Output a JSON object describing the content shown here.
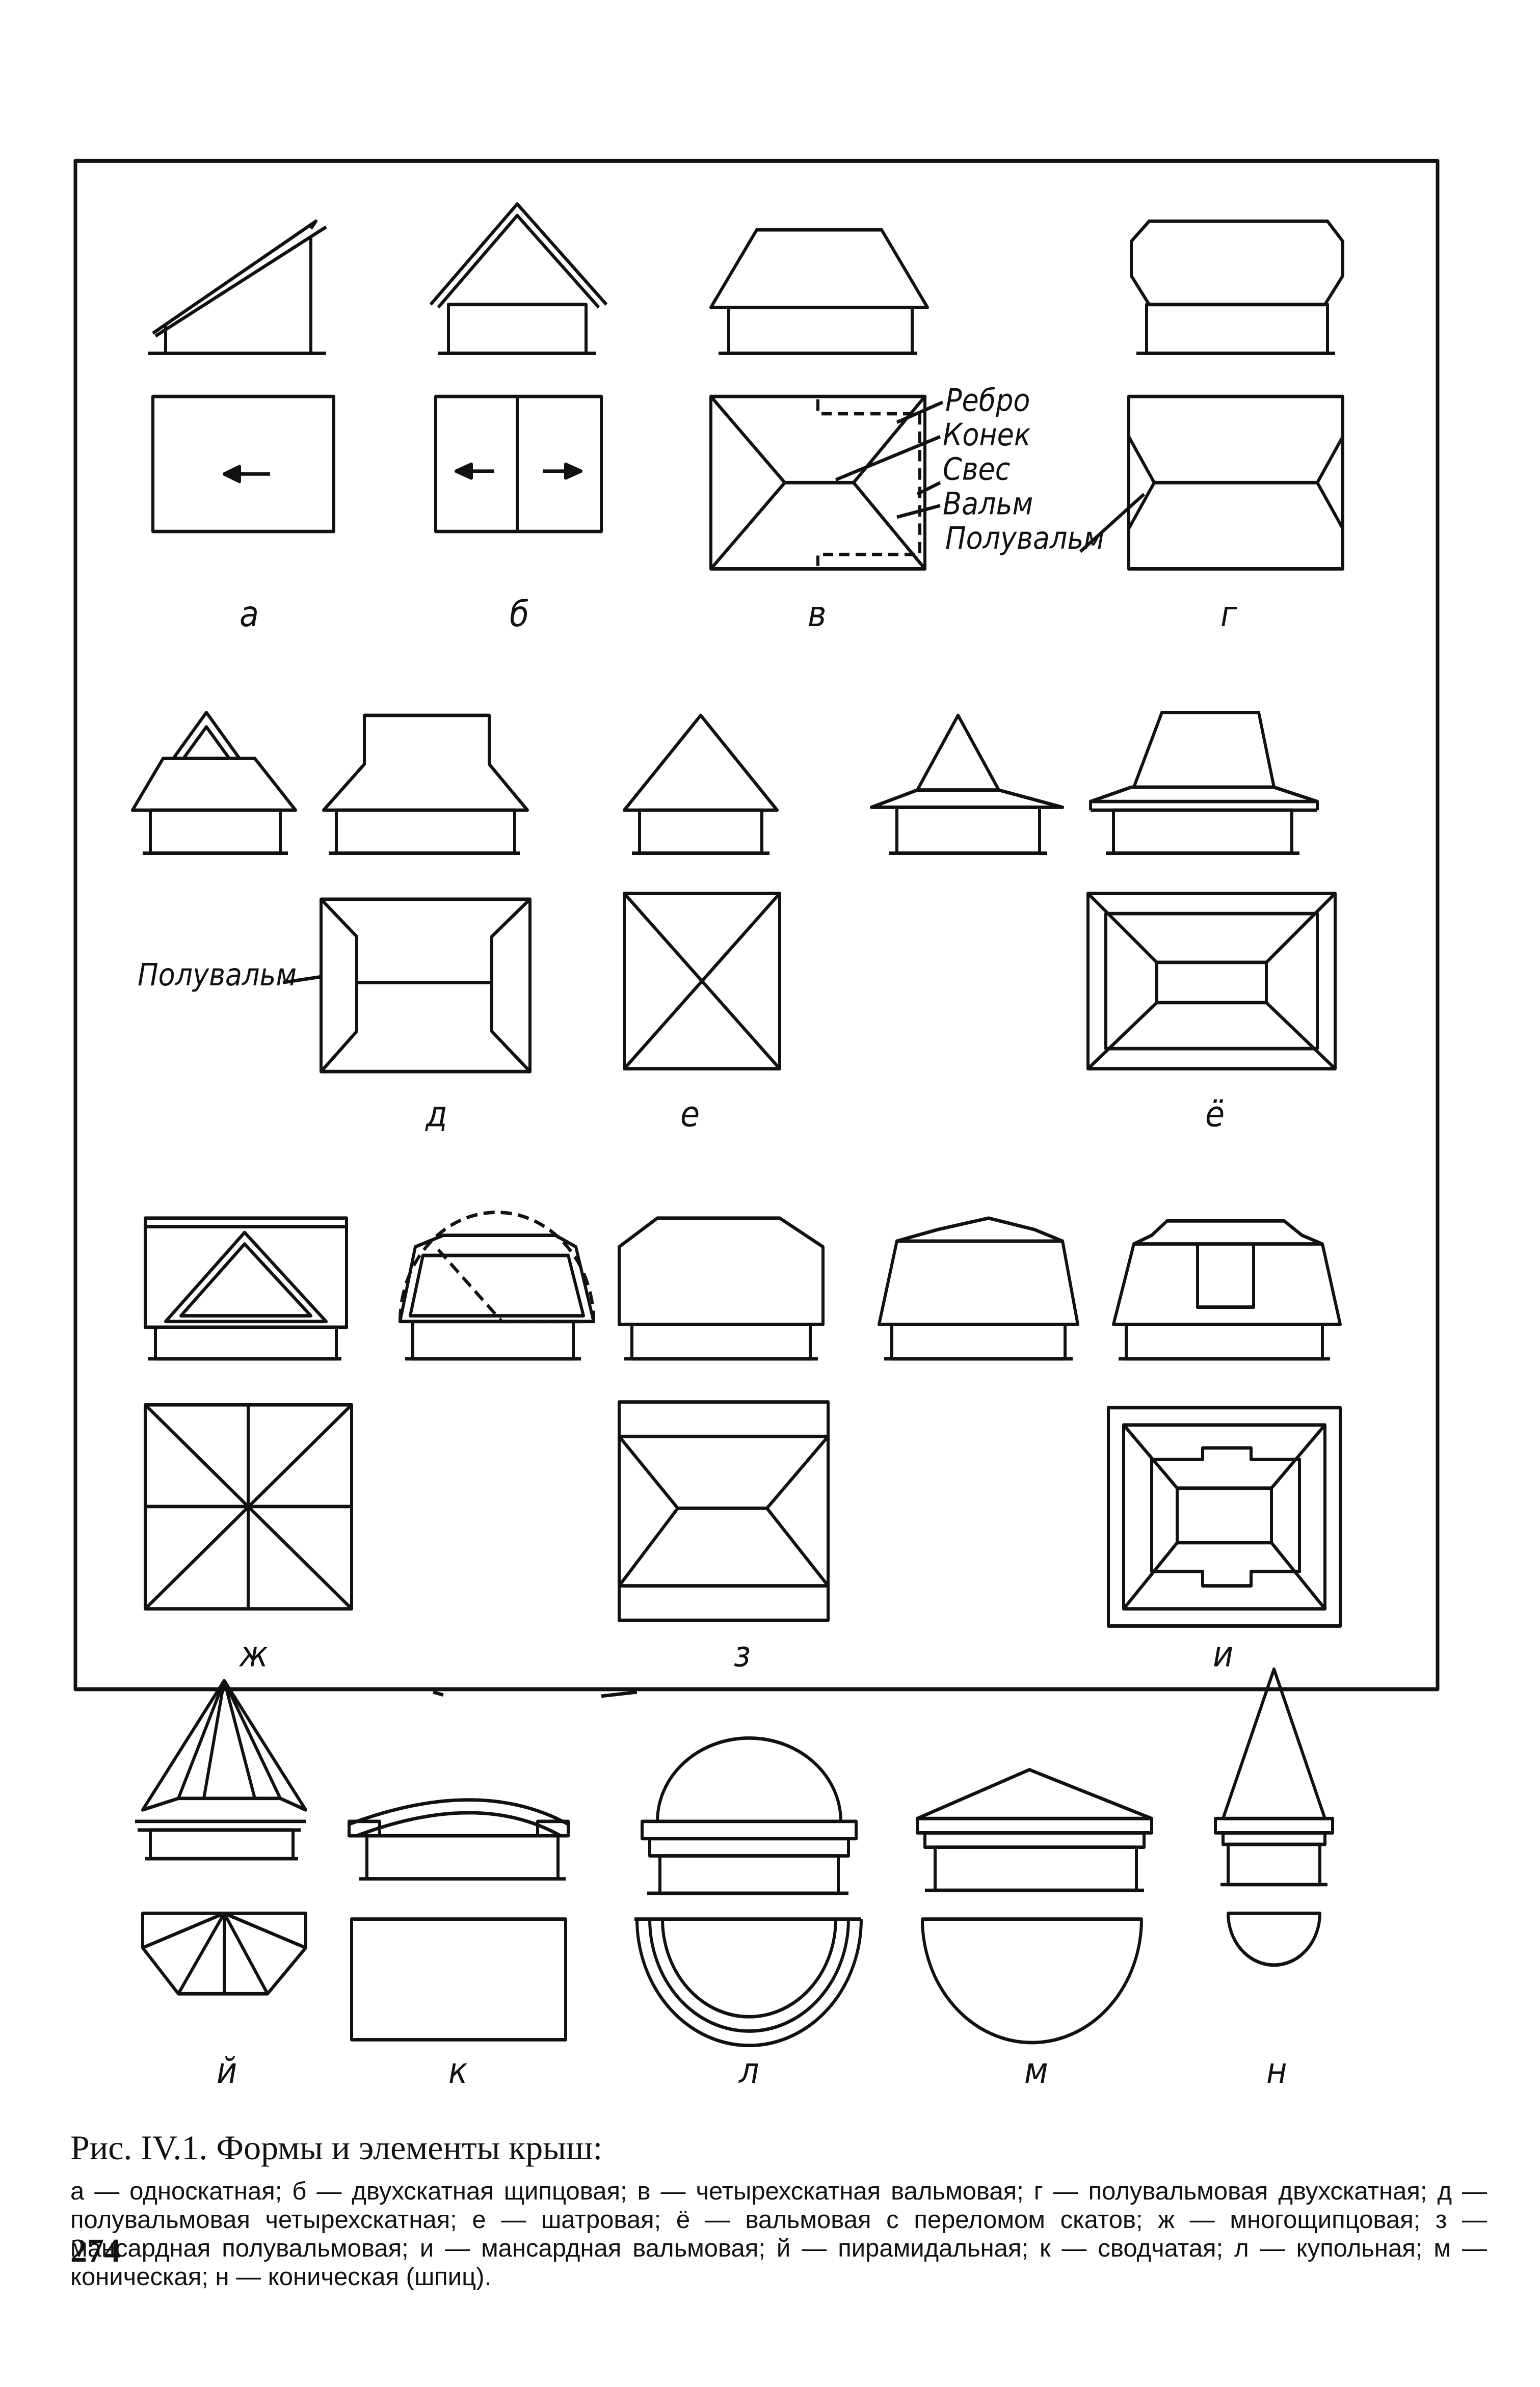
{
  "figure": {
    "labels": [
      "а",
      "б",
      "в",
      "г",
      "д",
      "е",
      "ё",
      "ж",
      "з",
      "и",
      "й",
      "к",
      "л",
      "м",
      "н"
    ],
    "annotations": {
      "rebro": "Ребро",
      "konek": "Конек",
      "sves": "Свес",
      "valm": "Вальм",
      "poluvalm": "Полувальм",
      "poluvalm_d": "Полувальм"
    }
  },
  "caption": {
    "title": "Рис. IV.1. Формы и элементы крыш:",
    "text": "а — односкатная; б — двухскатная щипцовая; в — четырехскатная вальмовая; г — полувальмовая двухскатная; д — полувальмовая четырехскатная; е — шатровая; ё — вальмовая с переломом скатов; ж — многощипцовая; з — мансардная полувальмовая; и — мансардная вальмовая; й — пирамидальная; к — сводчатая; л — купольная; м — коническая; н — коническая (шпиц)."
  },
  "page_number": "274"
}
